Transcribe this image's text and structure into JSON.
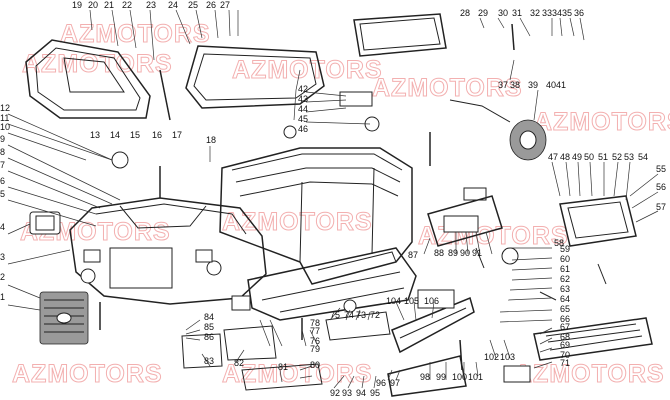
{
  "watermark": "AZMOTORS",
  "watermark_color": "#f3b0b0",
  "callouts": [
    "1",
    "2",
    "3",
    "4",
    "5",
    "6",
    "7",
    "8",
    "9",
    "10",
    "11",
    "12",
    "13",
    "14",
    "15",
    "16",
    "17",
    "18",
    "19",
    "20",
    "21",
    "22",
    "23",
    "24",
    "25",
    "26",
    "27",
    "28",
    "29",
    "30",
    "31",
    "32",
    "33",
    "34",
    "35",
    "36",
    "37",
    "38",
    "39",
    "40",
    "41",
    "42",
    "43",
    "44",
    "45",
    "46",
    "47",
    "48",
    "49",
    "50",
    "51",
    "52",
    "53",
    "54",
    "55",
    "56",
    "57",
    "58",
    "59",
    "60",
    "61",
    "62",
    "63",
    "64",
    "65",
    "66",
    "67",
    "68",
    "69",
    "70",
    "71",
    "72",
    "73",
    "74",
    "75",
    "76",
    "77",
    "78",
    "79",
    "80",
    "81",
    "82",
    "83",
    "84",
    "85",
    "86",
    "87",
    "88",
    "89",
    "90",
    "91",
    "92",
    "93",
    "94",
    "95",
    "96",
    "97",
    "98",
    "99",
    "100",
    "101",
    "102",
    "103",
    "104",
    "105",
    "106"
  ]
}
